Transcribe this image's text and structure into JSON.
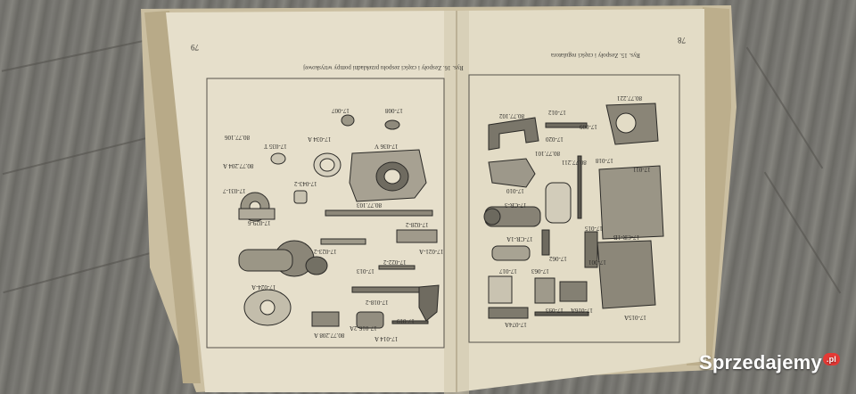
{
  "left_page": {
    "page_number": "79",
    "caption": "Rys. 16. Zespoły i części zespołu przekładni pompy wtryskowej",
    "labels": [
      "17-008",
      "17-007",
      "80.77.106",
      "17-036 V",
      "17-034 A",
      "17-035 T",
      "80.77.204 A",
      "17-043-2",
      "17-029-6",
      "80.77.103",
      "17-028-2",
      "17-023-2",
      "17-021-A",
      "17-022-2",
      "17-013",
      "17-024-A",
      "17-018-2",
      "17-016-2A",
      "17-014 A",
      "17-019",
      "80.77.208 A",
      "17-031-7"
    ]
  },
  "right_page": {
    "page_number": "78",
    "caption": "Rys. 15. Zespoły i części regulatora",
    "labels": [
      "80.77.102",
      "17-012",
      "80.77.221",
      "17-009",
      "17-020",
      "80.77.101",
      "17-018",
      "80.77.211",
      "17-011",
      "17-010",
      "17-CR-3",
      "17-CR-1A",
      "17-CR-1B",
      "17-062",
      "17-015",
      "17-001",
      "17-063",
      "17-017",
      "17-093",
      "17-016A",
      "17-074A",
      "17-015A"
    ]
  },
  "watermark": {
    "name": "Sprzedajemy",
    "tld": ".pl"
  }
}
